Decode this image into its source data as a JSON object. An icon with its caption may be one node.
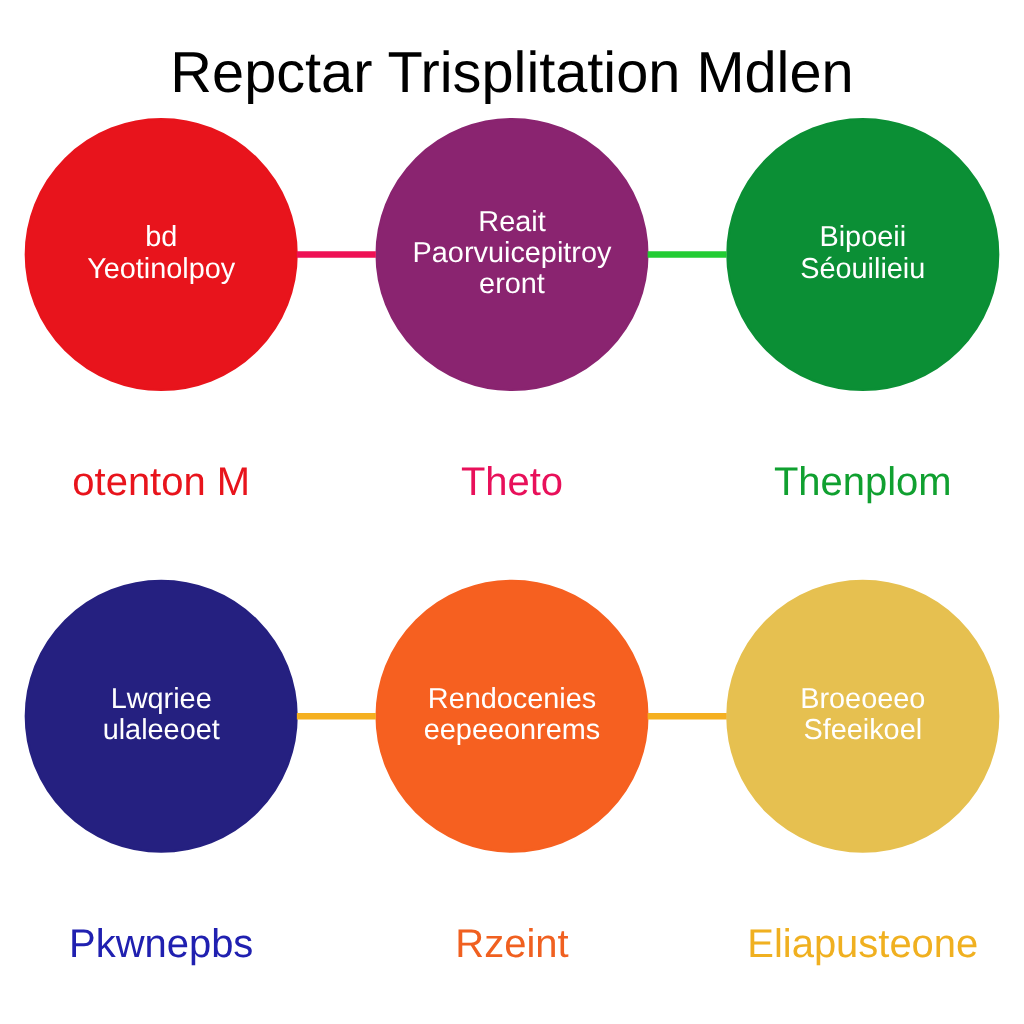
{
  "diagram": {
    "title": "Repctar Trisplitation Mdlen",
    "nodes": [
      {
        "text": [
          "bd Yeotinolpoy"
        ],
        "beside": [
          "otenton M"
        ]
      },
      {
        "text": [
          "Reait Paorvuicepitroy eront"
        ],
        "beside": [
          "Theto"
        ]
      },
      {
        "text": [
          "Bipoeii Séouilieiu"
        ],
        "beside": [
          "Thenplom"
        ]
      },
      {
        "text": [
          "Lwqriee ulaleeoet"
        ],
        "beside": [
          "Pkwnepbs"
        ]
      },
      {
        "text": [
          "Rendocenies eepeeonrems"
        ],
        "beside": [
          "Rzeint"
        ]
      },
      {
        "text": [
          "Broeoeeo Sfeeikoel"
        ],
        "beside": [
          "Eliapusteone"
        ]
      }
    ],
    "edges": [
      {
        "from": 0,
        "to": 1,
        "arrow": "none",
        "color": "#ee1155"
      },
      {
        "from": 1,
        "to": 2,
        "arrow": "none",
        "color": "#22cc33"
      },
      {
        "from": 3,
        "to": 4,
        "arrow": "none",
        "color": "#f5b020"
      },
      {
        "from": 4,
        "to": 5,
        "arrow": "none",
        "color": "#f5b020"
      }
    ]
  }
}
